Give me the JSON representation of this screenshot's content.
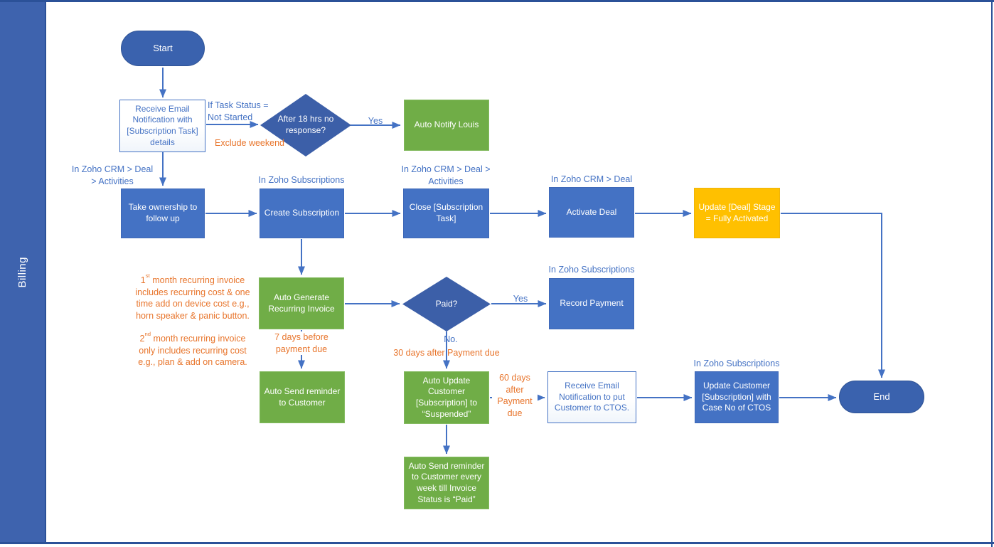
{
  "lane": {
    "title": "Billing"
  },
  "colors": {
    "process_blue": "#4472C4",
    "terminal_blue": "#3A62AE",
    "decision_blue": "#3C5FA8",
    "green": "#70AD47",
    "yellow": "#FFC000",
    "orange_text": "#E8752C",
    "blue_text": "#4472C4",
    "lane_blue": "#3E63AE",
    "frame_blue": "#2B5198",
    "connector_blue": "#4472C4"
  },
  "nodes": {
    "start": "Start",
    "receive_email": "Receive Email Notification with [Subscription Task] details",
    "decision_18hrs": "After 18 hrs no response?",
    "auto_notify": "Auto Notify Louis",
    "take_ownership": "Take ownership to follow up",
    "create_subscription": "Create Subscription",
    "close_task": "Close [Subscription Task]",
    "activate_deal": "Activate Deal",
    "update_stage": "Update [Deal] Stage = Fully Activated",
    "auto_generate": "Auto Generate Recurring Invoice",
    "decision_paid": "Paid?",
    "record_payment": "Record Payment",
    "auto_send_reminder": "Auto Send reminder to Customer",
    "auto_update_suspended": "Auto Update Customer [Subscription] to “Suspended”",
    "receive_ctos": "Receive Email Notification to put Customer to CTOS.",
    "update_ctos": "Update Customer [Subscription] with Case No of CTOS",
    "weekly_reminder": "Auto Send reminder to Customer every week till Invoice Status is “Paid”",
    "end": "End"
  },
  "labels": {
    "if_task_status": "If Task Status =\nNot Started",
    "exclude_weekend": "Exclude weekend",
    "yes_1": "Yes",
    "yes_2": "Yes",
    "no": "No.",
    "in_crm_deal_activities_1": "In Zoho CRM > Deal\n> Activities",
    "in_zoho_subscriptions_1": "In Zoho Subscriptions",
    "in_crm_deal_activities_2": "In Zoho CRM > Deal >\nActivities",
    "in_crm_deal": "In Zoho CRM > Deal",
    "in_zoho_subscriptions_2": "In Zoho Subscriptions",
    "in_zoho_subscriptions_3": "In Zoho Subscriptions",
    "days_30": "30 days after Payment due",
    "days_7": "7 days before\npayment due",
    "days_60": "60 days\nafter\nPayment\ndue"
  },
  "annotations": {
    "first_month": "1{st} month recurring invoice\nincludes recurring cost & one\ntime add on device cost e.g.,\nhorn speaker & panic button.",
    "second_month": "2{nd} month recurring invoice\nonly includes recurring cost\ne.g., plan & add on camera."
  }
}
